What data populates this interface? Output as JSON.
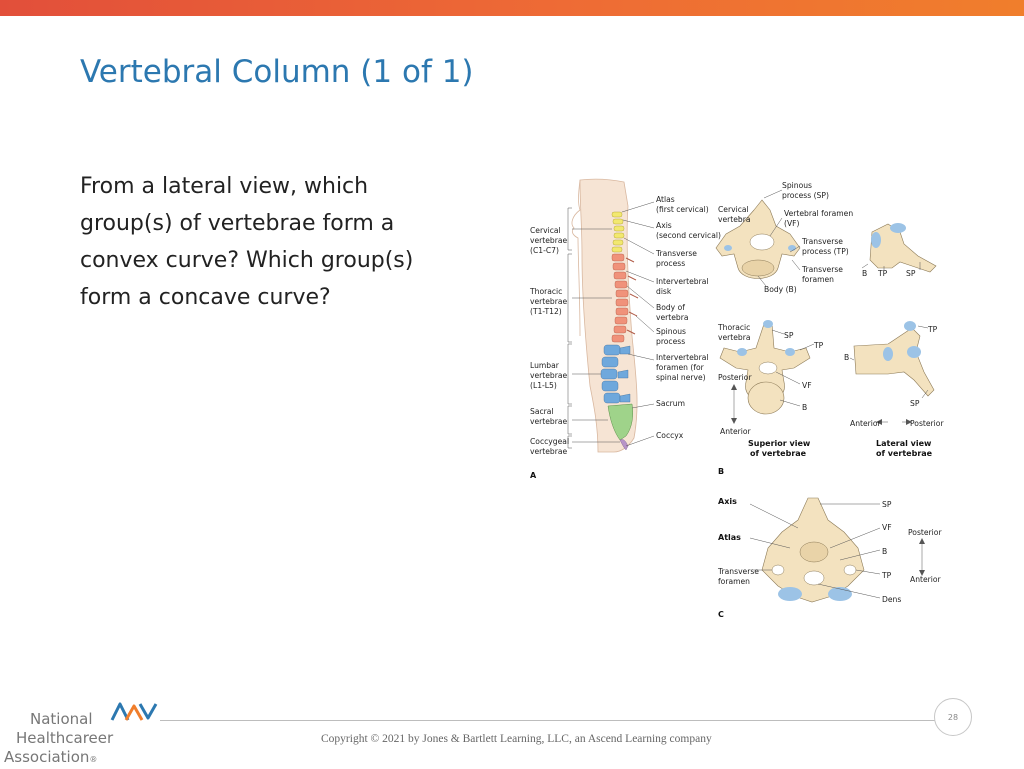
{
  "slide": {
    "title": "Vertebral Column (1 of 1)",
    "question": "From a lateral view, which group(s) of vertebrae form a convex curve? Which group(s) form a concave curve?"
  },
  "figure": {
    "panel_a_letter": "A",
    "panel_b_letter": "B",
    "panel_c_letter": "C",
    "left_labels": [
      [
        "Cervical",
        "vertebrae",
        "(C1-C7)"
      ],
      [
        "Thoracic",
        "vertebrae",
        "(T1-T12)"
      ],
      [
        "Lumbar",
        "vertebrae",
        "(L1-L5)"
      ],
      [
        "Sacral",
        "vertebrae"
      ],
      [
        "Coccygeal",
        "vertebrae"
      ]
    ],
    "right_labels": [
      [
        "Atlas",
        "(first cervical)"
      ],
      [
        "Axis",
        "(second cervical)"
      ],
      [
        "Transverse",
        "process"
      ],
      [
        "Intervertebral",
        "disk"
      ],
      [
        "Body of",
        "vertebra"
      ],
      [
        "Spinous",
        "process"
      ],
      [
        "Intervertebral",
        "foramen (for",
        "spinal nerve)"
      ],
      [
        "Sacrum"
      ],
      [
        "Coccyx"
      ]
    ],
    "cervical_top": {
      "name": [
        "Cervical",
        "vertebra"
      ],
      "spinous": [
        "Spinous",
        "process (SP)"
      ],
      "vf": [
        "Vertebral foramen",
        "(VF)"
      ],
      "tp": [
        "Transverse",
        "process (TP)"
      ],
      "tf": [
        "Transverse",
        "foramen"
      ],
      "body": "Body (B)"
    },
    "cervical_side": {
      "b": "B",
      "tp": "TP",
      "sp": "SP"
    },
    "thoracic_top": {
      "name": [
        "Thoracic",
        "vertebra"
      ],
      "sp": "SP",
      "tp": "TP",
      "vf": "VF",
      "b": "B",
      "posterior": "Posterior",
      "anterior": "Anterior",
      "caption": [
        "Superior view",
        "of vertebrae"
      ]
    },
    "thoracic_side": {
      "tp": "TP",
      "b": "B",
      "sp": "SP",
      "anterior": "Anterior",
      "posterior": "Posterior",
      "caption": [
        "Lateral view",
        "of vertebrae"
      ]
    },
    "atlas_axis": {
      "axis": "Axis",
      "atlas": "Atlas",
      "tf": [
        "Transverse",
        "foramen"
      ],
      "sp": "SP",
      "vf": "VF",
      "b": "B",
      "tp": "TP",
      "dens": "Dens",
      "posterior": "Posterior",
      "anterior": "Anterior"
    }
  },
  "footer": {
    "copyright": "Copyright © 2021 by Jones & Bartlett Learning, LLC, an Ascend Learning company",
    "page_number": "28",
    "logo_line1": "National",
    "logo_line2": "Healthcareer",
    "logo_line3": "Association",
    "logo_mark": "®"
  },
  "colors": {
    "title": "#2c78b0",
    "cervical": "#f2e870",
    "thoracic": "#f0927a",
    "lumbar": "#6fa8dc",
    "sacrum": "#9fd38a",
    "bone": "#f3e2bf",
    "highlight": "#9cc3e6"
  }
}
